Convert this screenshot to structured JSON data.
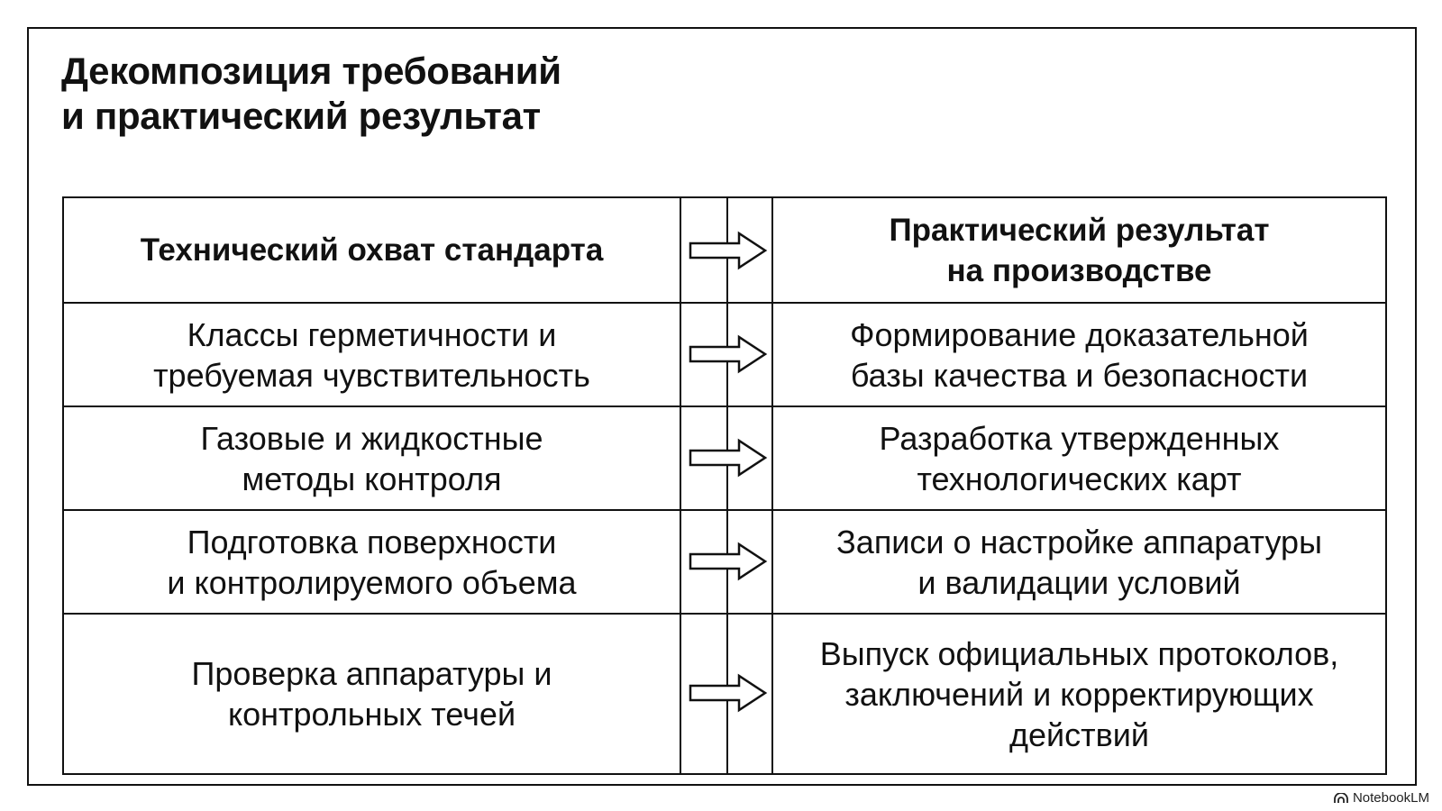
{
  "title": {
    "line1": "Декомпозиция требований",
    "line2": "и практический результат"
  },
  "table": {
    "header": {
      "left": "Технический охват стандарта",
      "right": "Практический результат\nна производстве"
    },
    "rows": [
      {
        "left": "Классы герметичности и\nтребуемая чувствительность",
        "right": "Формирование доказательной\nбазы качества и безопасности"
      },
      {
        "left": "Газовые и жидкостные\nметоды контроля",
        "right": "Разработка утвержденных\nтехнологических карт"
      },
      {
        "left": "Подготовка поверхности\nи контролируемого объема",
        "right": "Записи о настройке аппаратуры\nи валидации условий"
      },
      {
        "left": "Проверка аппаратуры и\nконтрольных течей",
        "right": "Выпуск официальных протоколов,\nзаключений и корректирующих\nдействий"
      }
    ]
  },
  "branding": {
    "label": "NotebookLM",
    "icon": "notebooklm-logo-icon"
  },
  "colors": {
    "ink": "#111111",
    "background": "#ffffff"
  }
}
